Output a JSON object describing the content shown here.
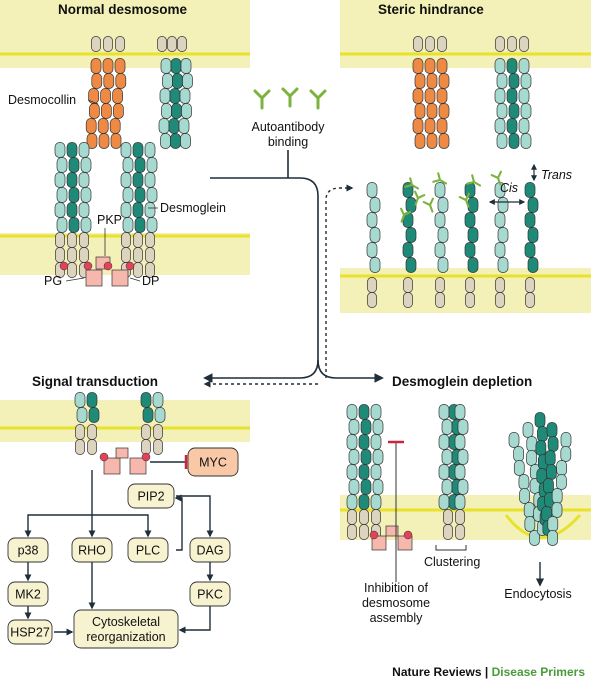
{
  "panels": {
    "normal": "Normal desmosome",
    "steric": "Steric hindrance",
    "signal": "Signal transduction",
    "depletion": "Desmoglein depletion"
  },
  "labels": {
    "desmocollin": "Desmocollin",
    "desmoglein": "Desmoglein",
    "pkp": "PKP",
    "pg": "PG",
    "dp": "DP",
    "autoantibody_1": "Autoantibody",
    "autoantibody_2": "binding",
    "trans": "Trans",
    "cis": "Cis",
    "inhibition_1": "Inhibition of",
    "inhibition_2": "desmosome",
    "inhibition_3": "assembly",
    "clustering": "Clustering",
    "endocytosis": "Endocytosis"
  },
  "pathway": {
    "myc": "MYC",
    "pip2": "PIP2",
    "p38": "p38",
    "rho": "RHO",
    "plc": "PLC",
    "dag": "DAG",
    "mk2": "MK2",
    "pkc": "PKC",
    "hsp27": "HSP27",
    "cyto_1": "Cytoskeletal",
    "cyto_2": "reorganization"
  },
  "footer": {
    "journal": "Nature Reviews",
    "separator": "|",
    "series": "Disease Primers"
  },
  "colors": {
    "membrane": "#f4f1b8",
    "membrane_line": "#e8e22a",
    "desmocollin": "#ee8a44",
    "desmoglein_dark": "#1f8a78",
    "desmoglein_light": "#a6d9cf",
    "anchor": "#ddd4bf",
    "plaque": "#f6b8ad",
    "plaque_dot": "#e0435a",
    "antibody": "#7cb33f",
    "box_fill": "#f7f3d0",
    "myc_fill": "#f9c8a6",
    "arrow": "#1e2e3a",
    "inhibit": "#c8263a"
  }
}
